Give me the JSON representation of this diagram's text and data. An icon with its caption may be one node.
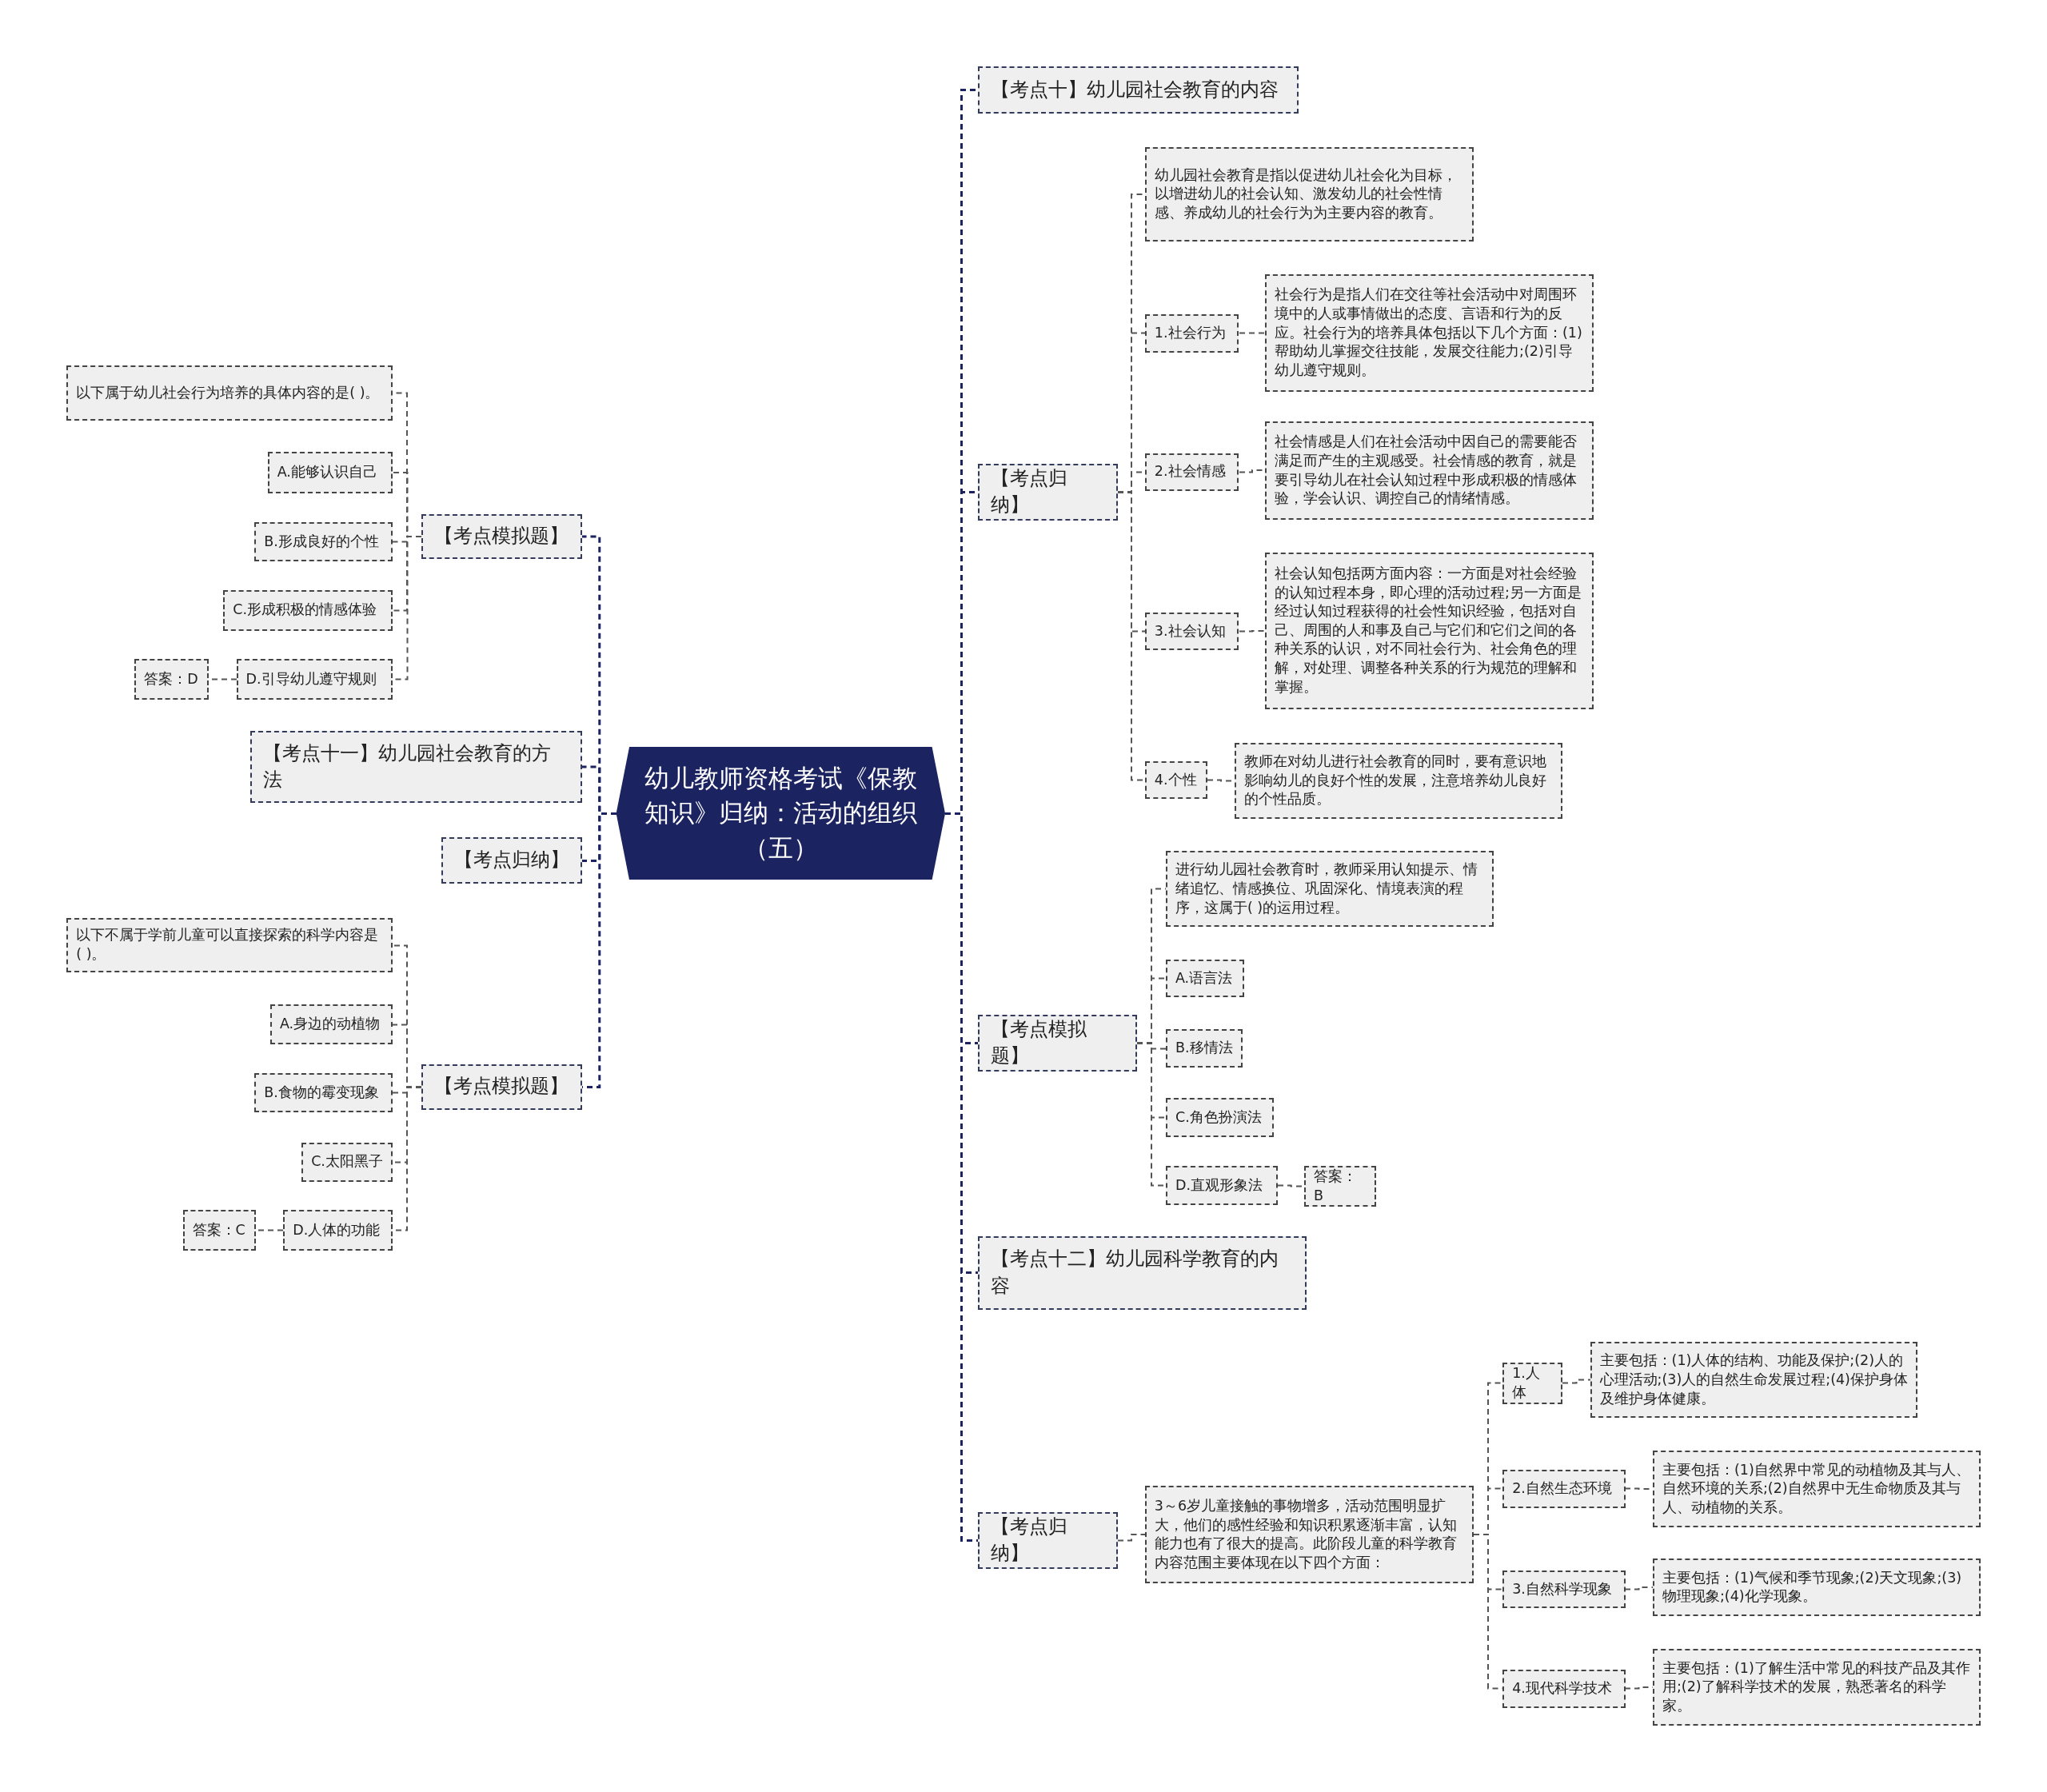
{
  "diagram": {
    "nodes": [
      {
        "text": [
          "幼儿教师资格考试《保教知识》归纳：活动的组织（五）"
        ]
      },
      {
        "text": [
          "【考点模拟题】"
        ]
      },
      {
        "text": [
          "以下属于幼儿社会行为培养的具体内容的是( )。"
        ]
      },
      {
        "text": [
          "A.能够认识自己"
        ]
      },
      {
        "text": [
          "B.形成良好的个性"
        ]
      },
      {
        "text": [
          "C.形成积极的情感体验"
        ]
      },
      {
        "text": [
          "D.引导幼儿遵守规则"
        ]
      },
      {
        "text": [
          "答案：D"
        ]
      },
      {
        "text": [
          "【考点十一】幼儿园社会教育的方法"
        ]
      },
      {
        "text": [
          "【考点归纳】"
        ]
      },
      {
        "text": [
          "【考点模拟题】"
        ]
      },
      {
        "text": [
          "以下不属于学前儿童可以直接探索的科学内容是( )。"
        ]
      },
      {
        "text": [
          "A.身边的动植物"
        ]
      },
      {
        "text": [
          "B.食物的霉变现象"
        ]
      },
      {
        "text": [
          "C.太阳黑子"
        ]
      },
      {
        "text": [
          "D.人体的功能"
        ]
      },
      {
        "text": [
          "答案：C"
        ]
      },
      {
        "text": [
          "【考点十】幼儿园社会教育的内容"
        ]
      },
      {
        "text": [
          "【考点归纳】"
        ]
      },
      {
        "text": [
          "幼儿园社会教育是指以促进幼儿社会化为目标，以增进幼儿的社会认知、激发幼儿的社会性情感、养成幼儿的社会行为为主要内容的教育。"
        ]
      },
      {
        "text": [
          "1.社会行为"
        ]
      },
      {
        "text": [
          "社会行为是指人们在交往等社会活动中对周围环境中的人或事情做出的态度、言语和行为的反应。社会行为的培养具体包括以下几个方面：(1)帮助幼儿掌握交往技能，发展交往能力;(2)引导幼儿遵守规则。"
        ]
      },
      {
        "text": [
          "2.社会情感"
        ]
      },
      {
        "text": [
          "社会情感是人们在社会活动中因自己的需要能否满足而产生的主观感受。社会情感的教育，就是要引导幼儿在社会认知过程中形成积极的情感体验，学会认识、调控自己的情绪情感。"
        ]
      },
      {
        "text": [
          "3.社会认知"
        ]
      },
      {
        "text": [
          "社会认知包括两方面内容：一方面是对社会经验的认知过程本身，即心理的活动过程;另一方面是经过认知过程获得的社会性知识经验，包括对自己、周围的人和事及自己与它们和它们之间的各种关系的认识，对不同社会行为、社会角色的理解，对处理、调整各种关系的行为规范的理解和掌握。"
        ]
      },
      {
        "text": [
          "4.个性"
        ]
      },
      {
        "text": [
          "教师在对幼儿进行社会教育的同时，要有意识地影响幼儿的良好个性的发展，注意培养幼儿良好的个性品质。"
        ]
      },
      {
        "text": [
          "【考点模拟题】"
        ]
      },
      {
        "text": [
          "进行幼儿园社会教育时，教师采用认知提示、情绪追忆、情感换位、巩固深化、情境表演的程序，这属于( )的运用过程。"
        ]
      },
      {
        "text": [
          "A.语言法"
        ]
      },
      {
        "text": [
          "B.移情法"
        ]
      },
      {
        "text": [
          "C.角色扮演法"
        ]
      },
      {
        "text": [
          "D.直观形象法"
        ]
      },
      {
        "text": [
          "答案：B"
        ]
      },
      {
        "text": [
          "【考点十二】幼儿园科学教育的内容"
        ]
      },
      {
        "text": [
          "【考点归纳】"
        ]
      },
      {
        "text": [
          "3～6岁儿童接触的事物增多，活动范围明显扩大，他们的感性经验和知识积累逐渐丰富，认知能力也有了很大的提高。此阶段儿童的科学教育内容范围主要体现在以下四个方面："
        ]
      },
      {
        "text": [
          "1.人体"
        ]
      },
      {
        "text": [
          "主要包括：(1)人体的结构、功能及保护;(2)人的心理活动;(3)人的自然生命发展过程;(4)保护身体及维护身体健康。"
        ]
      },
      {
        "text": [
          "2.自然生态环境"
        ]
      },
      {
        "text": [
          "主要包括：(1)自然界中常见的动植物及其与人、自然环境的关系;(2)自然界中无生命物质及其与人、动植物的关系。"
        ]
      },
      {
        "text": [
          "3.自然科学现象"
        ]
      },
      {
        "text": [
          "主要包括：(1)气候和季节现象;(2)天文现象;(3)物理现象;(4)化学现象。"
        ]
      },
      {
        "text": [
          "4.现代科学技术"
        ]
      },
      {
        "text": [
          "主要包括：(1)了解生活中常见的科技产品及其作用;(2)了解科学技术的发展，熟悉著名的科学家。"
        ]
      }
    ],
    "edges": [
      {
        "from": 0,
        "to": 1,
        "arrow": "none",
        "color": "#1b2361"
      },
      {
        "from": 0,
        "to": 8,
        "arrow": "none",
        "color": "#1b2361"
      },
      {
        "from": 0,
        "to": 9,
        "arrow": "none",
        "color": "#1b2361"
      },
      {
        "from": 0,
        "to": 10,
        "arrow": "none",
        "color": "#1b2361"
      },
      {
        "from": 1,
        "to": 2,
        "arrow": "none"
      },
      {
        "from": 1,
        "to": 3,
        "arrow": "none"
      },
      {
        "from": 1,
        "to": 4,
        "arrow": "none"
      },
      {
        "from": 1,
        "to": 5,
        "arrow": "none"
      },
      {
        "from": 1,
        "to": 6,
        "arrow": "none"
      },
      {
        "from": 6,
        "to": 7,
        "arrow": "none"
      },
      {
        "from": 10,
        "to": 11,
        "arrow": "none"
      },
      {
        "from": 10,
        "to": 12,
        "arrow": "none"
      },
      {
        "from": 10,
        "to": 13,
        "arrow": "none"
      },
      {
        "from": 10,
        "to": 14,
        "arrow": "none"
      },
      {
        "from": 10,
        "to": 15,
        "arrow": "none"
      },
      {
        "from": 15,
        "to": 16,
        "arrow": "none"
      },
      {
        "from": 0,
        "to": 17,
        "arrow": "none",
        "color": "#1b2361"
      },
      {
        "from": 0,
        "to": 18,
        "arrow": "none",
        "color": "#1b2361"
      },
      {
        "from": 0,
        "to": 28,
        "arrow": "none",
        "color": "#1b2361"
      },
      {
        "from": 0,
        "to": 35,
        "arrow": "none",
        "color": "#1b2361"
      },
      {
        "from": 0,
        "to": 36,
        "arrow": "none",
        "color": "#1b2361"
      },
      {
        "from": 18,
        "to": 19,
        "arrow": "none"
      },
      {
        "from": 18,
        "to": 20,
        "arrow": "none"
      },
      {
        "from": 18,
        "to": 22,
        "arrow": "none"
      },
      {
        "from": 18,
        "to": 24,
        "arrow": "none"
      },
      {
        "from": 18,
        "to": 26,
        "arrow": "none"
      },
      {
        "from": 20,
        "to": 21,
        "arrow": "none"
      },
      {
        "from": 22,
        "to": 23,
        "arrow": "none"
      },
      {
        "from": 24,
        "to": 25,
        "arrow": "none"
      },
      {
        "from": 26,
        "to": 27,
        "arrow": "none"
      },
      {
        "from": 28,
        "to": 29,
        "arrow": "none"
      },
      {
        "from": 28,
        "to": 30,
        "arrow": "none"
      },
      {
        "from": 28,
        "to": 31,
        "arrow": "none"
      },
      {
        "from": 28,
        "to": 32,
        "arrow": "none"
      },
      {
        "from": 28,
        "to": 33,
        "arrow": "none"
      },
      {
        "from": 33,
        "to": 34,
        "arrow": "none"
      },
      {
        "from": 36,
        "to": 37,
        "arrow": "none"
      },
      {
        "from": 37,
        "to": 38,
        "arrow": "none"
      },
      {
        "from": 37,
        "to": 40,
        "arrow": "none"
      },
      {
        "from": 37,
        "to": 42,
        "arrow": "none"
      },
      {
        "from": 37,
        "to": 44,
        "arrow": "none"
      },
      {
        "from": 38,
        "to": 39,
        "arrow": "none"
      },
      {
        "from": 40,
        "to": 41,
        "arrow": "none"
      },
      {
        "from": 42,
        "to": 43,
        "arrow": "none"
      },
      {
        "from": 44,
        "to": 45,
        "arrow": "none"
      }
    ]
  }
}
